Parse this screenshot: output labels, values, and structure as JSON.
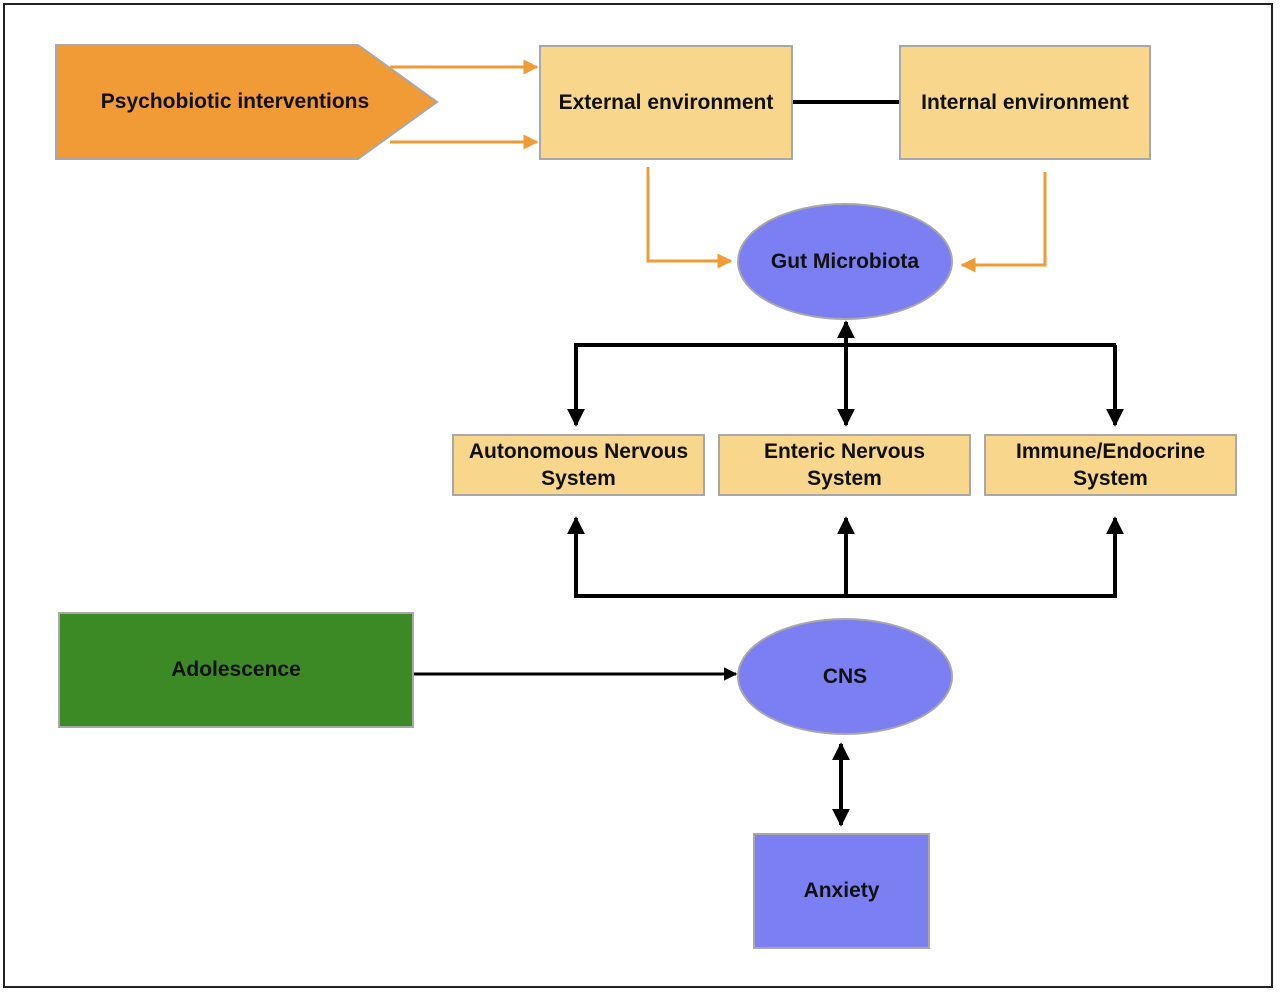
{
  "nodes": {
    "psychobiotic": "Psychobiotic interventions",
    "external": "External environment",
    "internal": "Internal environment",
    "gut": "Gut Microbiota",
    "autonomous": "Autonomous Nervous\nSystem",
    "enteric": "Enteric Nervous\nSystem",
    "immune": "Immune/Endocrine\nSystem",
    "adolescence": "Adolescence",
    "cns": "CNS",
    "anxiety": "Anxiety"
  },
  "colors": {
    "orange": "#f09b35",
    "yellow": "#f8d78c",
    "green": "#3b8a26",
    "blue": "#7b7ff2",
    "black": "#000000"
  }
}
